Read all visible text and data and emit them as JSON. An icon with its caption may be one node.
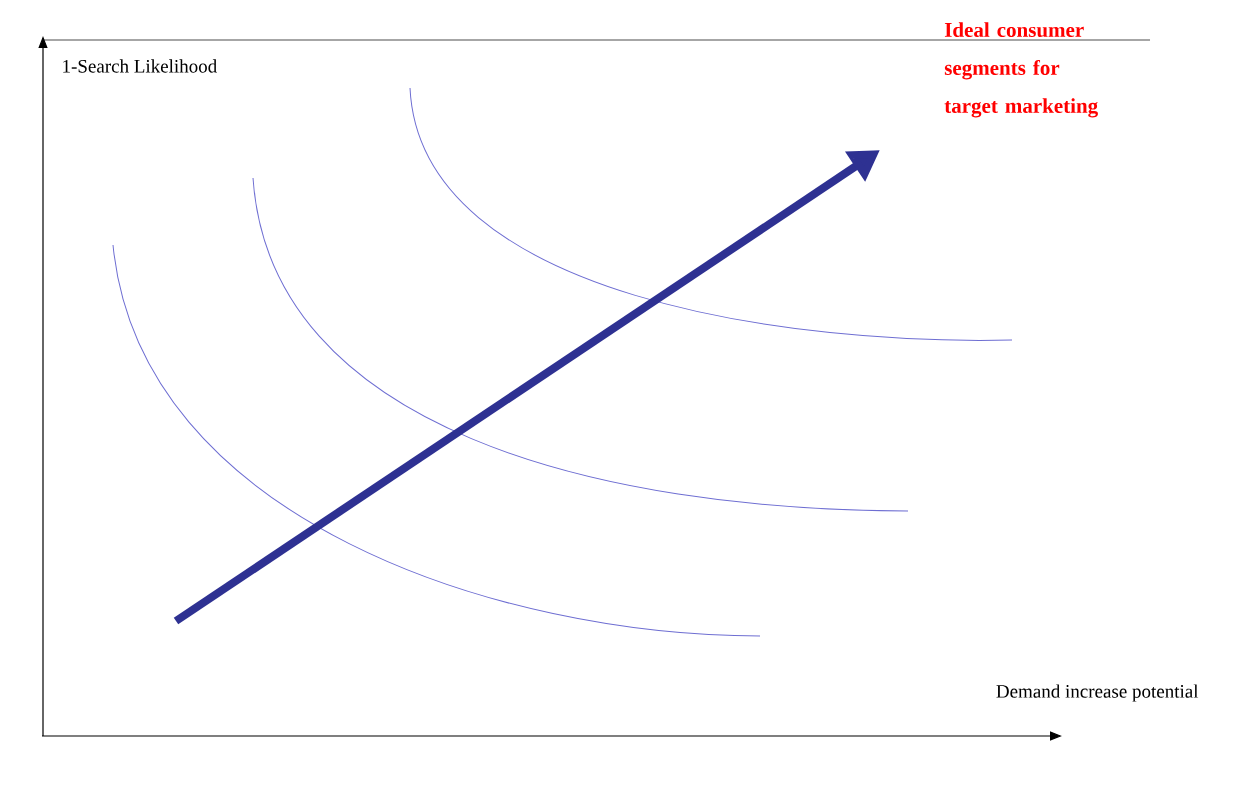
{
  "diagram": {
    "labels": [
      "1-Search Likelihood",
      "Ideal consumer segments for target marketing",
      "Demand increase potential"
    ]
  }
}
